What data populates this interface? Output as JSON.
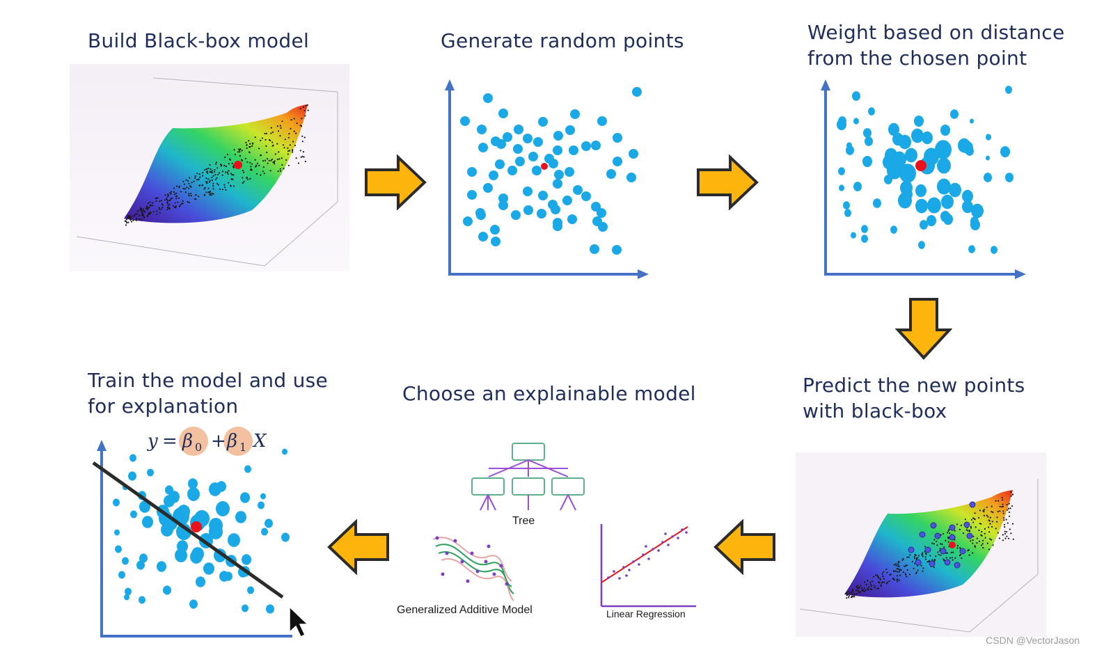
{
  "steps": [
    {
      "title": "Build Black-box model"
    },
    {
      "title": "Generate random points"
    },
    {
      "title": "Weight based on distance\nfrom the chosen point"
    },
    {
      "title": "Predict the new points\nwith black-box"
    },
    {
      "title": "Choose an explainable model"
    },
    {
      "title": "Train the model and use\nfor explanation"
    }
  ],
  "models": {
    "tree": "Tree",
    "gam": "Generalized Additive Model",
    "linear": "Linear Regression"
  },
  "equation": {
    "y": "y",
    "eq": "=",
    "b0": "β",
    "b0_sub": "0",
    "plus": "+",
    "b1": "β",
    "b1_sub": "1",
    "x": "X"
  },
  "watermark": "CSDN @VectorJason",
  "colors": {
    "title_text": "#1f2d5a",
    "axis": "#4472c4",
    "point": "#1aa9e6",
    "chosen_point": "#e8111c",
    "arrow_fill": "#fdb40c",
    "arrow_stroke": "#2b2b2b",
    "tree_box": "#5cb08b",
    "tree_line": "#9a4fd6",
    "coef_highlight": "#f4c1a0"
  }
}
